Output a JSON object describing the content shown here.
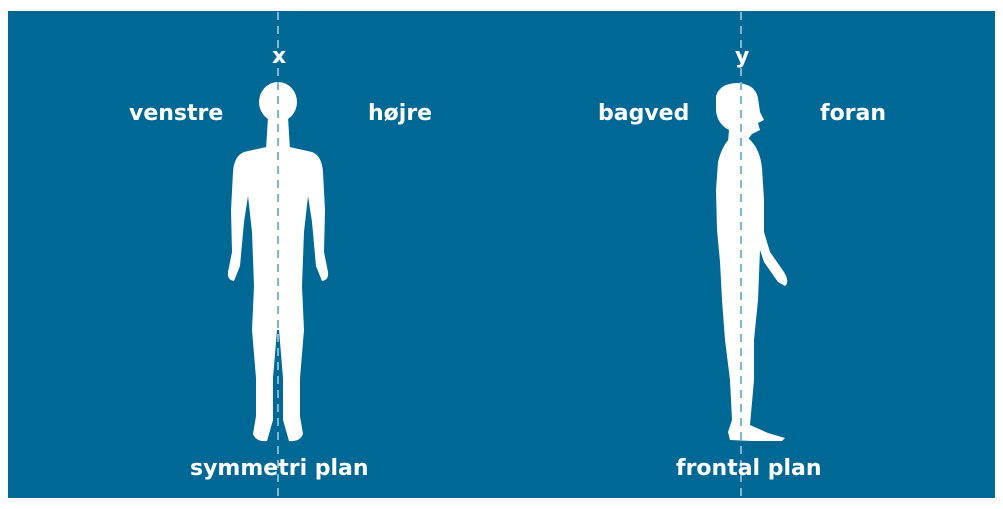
{
  "colors": {
    "background": "#006894",
    "figure": "#ffffff",
    "axis_line": "#7fb6d0"
  },
  "left_panel": {
    "axis_letter": "x",
    "side_left": "venstre",
    "side_right": "højre",
    "plane_label": "symmetri plan",
    "figure_icon": "human-front-silhouette-icon"
  },
  "right_panel": {
    "axis_letter": "y",
    "side_left": "bagved",
    "side_right": "foran",
    "plane_label": "frontal plan",
    "figure_icon": "human-side-silhouette-icon"
  }
}
